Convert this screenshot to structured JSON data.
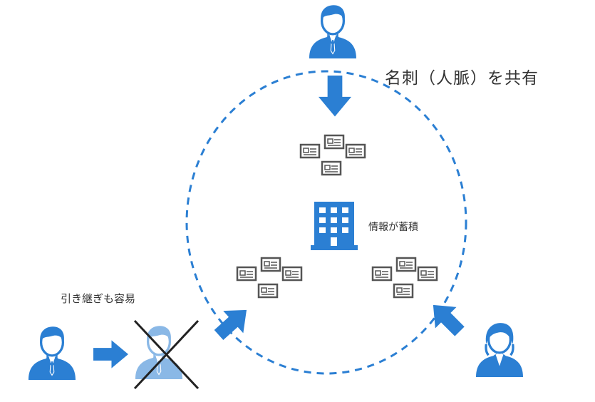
{
  "labels": {
    "share": "名刺（人脈）を共有",
    "accumulate": "情報が蓄積",
    "handover": "引き継ぎも容易"
  },
  "colors": {
    "primary": "#2b7fd3",
    "faded": "#8bbcea",
    "card": "#555555",
    "cross": "#222222"
  },
  "icons": [
    "person-icon",
    "arrow-icon",
    "business-card-icon",
    "building-icon",
    "cross-icon"
  ]
}
